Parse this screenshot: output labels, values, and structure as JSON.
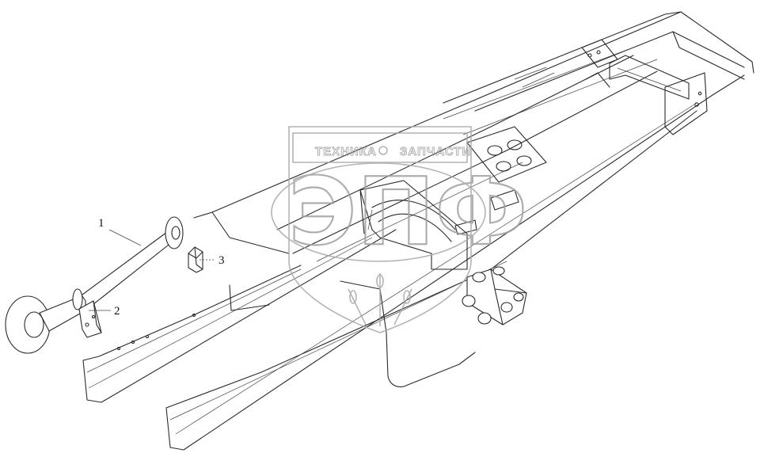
{
  "diagram": {
    "callouts": [
      {
        "number": "1"
      },
      {
        "number": "2"
      },
      {
        "number": "3"
      }
    ]
  },
  "watermark": {
    "word_left": "ТЕХНИКА",
    "word_right": "ЗАПЧАСТИ",
    "monogram": "ЭПФ",
    "color": "#a0a0a0"
  }
}
